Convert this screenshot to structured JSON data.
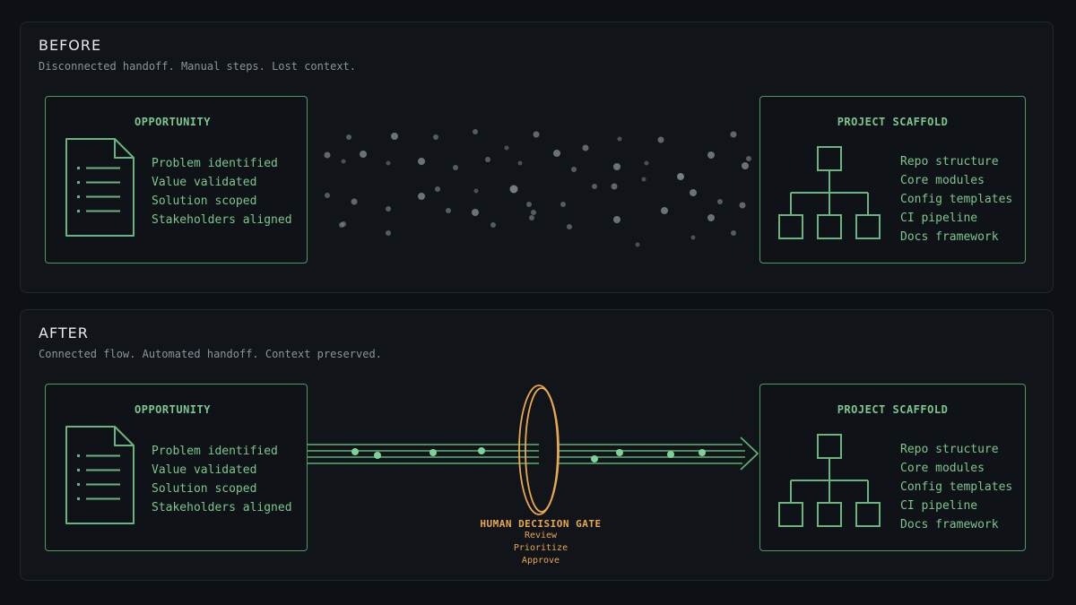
{
  "before": {
    "heading": "BEFORE",
    "subtitle": "Disconnected handoff. Manual steps. Lost context.",
    "opportunity": {
      "title": "OPPORTUNITY",
      "items": [
        "Problem identified",
        "Value validated",
        "Solution scoped",
        "Stakeholders aligned"
      ]
    },
    "scaffold": {
      "title": "PROJECT SCAFFOLD",
      "items": [
        "Repo structure",
        "Core modules",
        "Config templates",
        "CI pipeline",
        "Docs framework"
      ]
    }
  },
  "after": {
    "heading": "AFTER",
    "subtitle": "Connected flow. Automated handoff. Context preserved.",
    "opportunity": {
      "title": "OPPORTUNITY",
      "items": [
        "Problem identified",
        "Value validated",
        "Solution scoped",
        "Stakeholders aligned"
      ]
    },
    "scaffold": {
      "title": "PROJECT SCAFFOLD",
      "items": [
        "Repo structure",
        "Core modules",
        "Config templates",
        "CI pipeline",
        "Docs framework"
      ]
    },
    "gate": {
      "title": "HUMAN DECISION GATE",
      "steps": [
        "Review",
        "Prioritize",
        "Approve"
      ]
    }
  },
  "colors": {
    "background": "#0d1014",
    "panel": "#111419",
    "accent_green": "#7cc68f",
    "border_green": "#4e9a63",
    "gate_orange": "#e8a84f",
    "scatter_gray": "#7d8288"
  },
  "icons": {
    "opportunity": "document-icon",
    "scaffold": "tree-structure-icon"
  }
}
